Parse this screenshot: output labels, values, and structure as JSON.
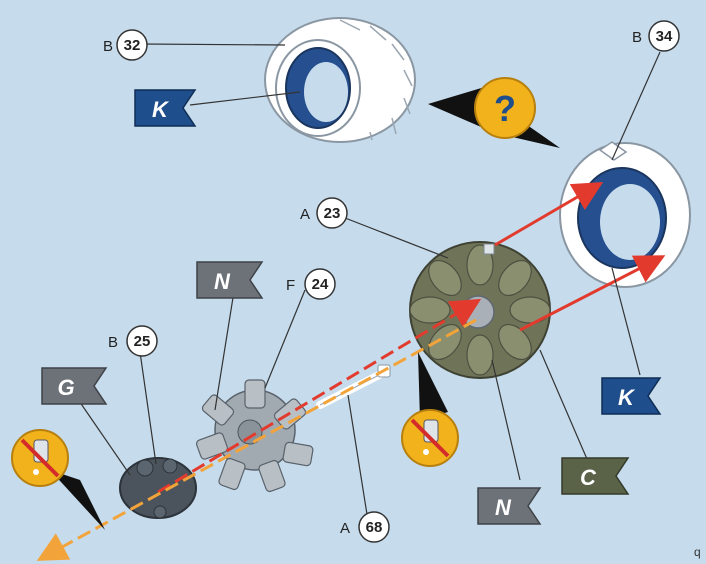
{
  "parts": [
    {
      "id": "b32",
      "letter": "B",
      "number": "32"
    },
    {
      "id": "b34",
      "letter": "B",
      "number": "34"
    },
    {
      "id": "a23",
      "letter": "A",
      "number": "23"
    },
    {
      "id": "f24",
      "letter": "F",
      "number": "24"
    },
    {
      "id": "b25",
      "letter": "B",
      "number": "25"
    },
    {
      "id": "a68",
      "letter": "A",
      "number": "68"
    }
  ],
  "flags": [
    {
      "id": "k-top",
      "letter": "K",
      "color": "#1f4e8c"
    },
    {
      "id": "k-right",
      "letter": "K",
      "color": "#1f4e8c"
    },
    {
      "id": "n-top",
      "letter": "N",
      "color": "#6d7278"
    },
    {
      "id": "n-bottom",
      "letter": "N",
      "color": "#6d7278"
    },
    {
      "id": "g",
      "letter": "G",
      "color": "#6d7278"
    },
    {
      "id": "c",
      "letter": "C",
      "color": "#5a6348"
    }
  ],
  "hint_icon": {
    "symbol": "?",
    "color": "#f2b21c",
    "icon": "question-hint-icon"
  },
  "no_lubricant_icons": [
    {
      "id": "left",
      "icon": "no-grease-icon"
    },
    {
      "id": "center",
      "icon": "no-grease-icon"
    }
  ],
  "colors": {
    "background": "#c6dced",
    "red_arrow": "#e23b2e",
    "orange_arrow": "#f2a43a",
    "ring_inner": "#254f8f"
  },
  "page_corner": "q"
}
